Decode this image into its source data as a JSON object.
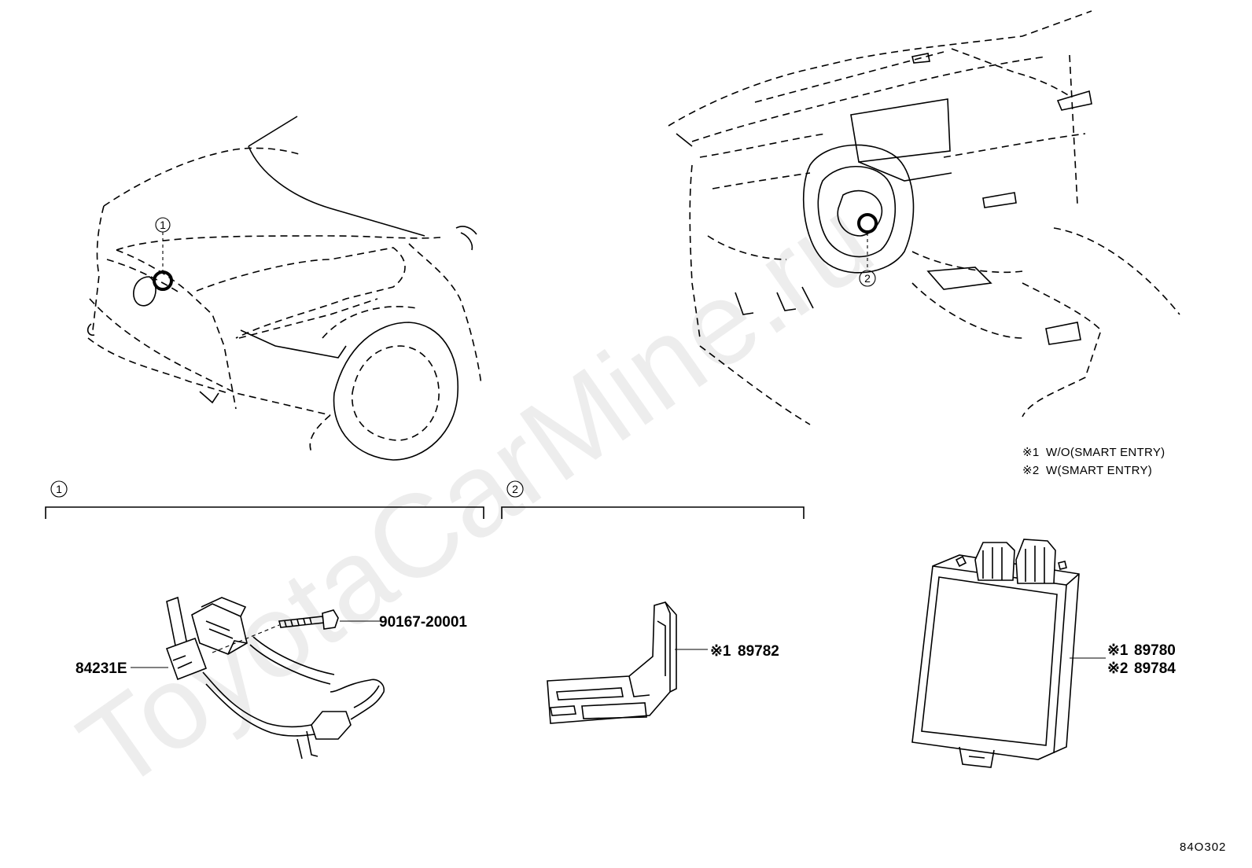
{
  "watermark": "ToyotaCarMine.ru",
  "locators": {
    "front_marker": "1",
    "dash_marker": "2"
  },
  "sections": [
    {
      "id": "1",
      "label": "1"
    },
    {
      "id": "2",
      "label": "2"
    }
  ],
  "notes": [
    {
      "mark": "※1",
      "text": "W/O(SMART ENTRY)"
    },
    {
      "mark": "※2",
      "text": "W(SMART ENTRY)"
    }
  ],
  "parts": {
    "sensor": {
      "number": "84231E"
    },
    "bolt": {
      "number": "90167-20001"
    },
    "bracket": {
      "mark": "※1",
      "number": "89782"
    },
    "ecu": [
      {
        "mark": "※1",
        "number": "89780"
      },
      {
        "mark": "※2",
        "number": "89784"
      }
    ]
  },
  "diagram_code": "84O302",
  "colors": {
    "ink": "#000000",
    "paper": "#ffffff"
  }
}
